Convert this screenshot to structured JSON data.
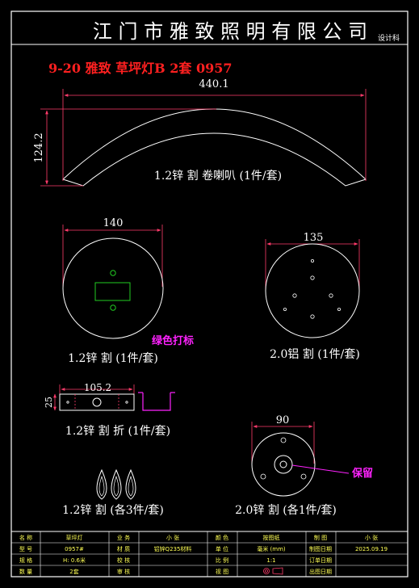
{
  "header": {
    "company": "江 门 市 雅 致 照 明 有 限 公 司",
    "design_tag": "设计科"
  },
  "order_note": "9-20 雅致 草坪灯B  2套  0957",
  "parts": {
    "arc": {
      "width": "440.1",
      "height": "124.2",
      "label": "1.2锌 割 卷喇叭 (1件/套)"
    },
    "disc140": {
      "dim": "140",
      "label": "1.2锌 割 (1件/套)",
      "note": "绿色打标"
    },
    "disc135": {
      "dim": "135",
      "label": "2.0铝 割 (1件/套)"
    },
    "bracket": {
      "width": "105.2",
      "height": "25",
      "label": "1.2锌 割 折 (1件/套)"
    },
    "petals": {
      "label": "1.2锌 割 (各3件/套)"
    },
    "disc90": {
      "dim": "90",
      "label": "2.0锌 割 (各1件/套)",
      "note": "保留"
    }
  },
  "title_block": {
    "r1": [
      "名 称",
      "草坪灯",
      "业 务",
      "小 张",
      "颜 色",
      "按图纸",
      "制 图",
      "小 张"
    ],
    "r2": [
      "型 号",
      "0957#",
      "材 质",
      "铝锌Q235材料",
      "单 位",
      "毫米 (mm)",
      "制图日期",
      "2025.09.19"
    ],
    "r3": [
      "规 格",
      "H: 0.6米",
      "校 核",
      "",
      "比 例",
      "1:1",
      "订单日期",
      ""
    ],
    "r4": [
      "数 量",
      "2套",
      "审 核",
      "",
      "视 图",
      "",
      "出图日期",
      ""
    ]
  },
  "colors": {
    "frame": "#ffffff",
    "title_red": "#ff2020",
    "dimension": "#ff3b6b",
    "green_mark": "#22cc22",
    "magenta": "#ff22ff",
    "table_text": "#ffff55"
  }
}
